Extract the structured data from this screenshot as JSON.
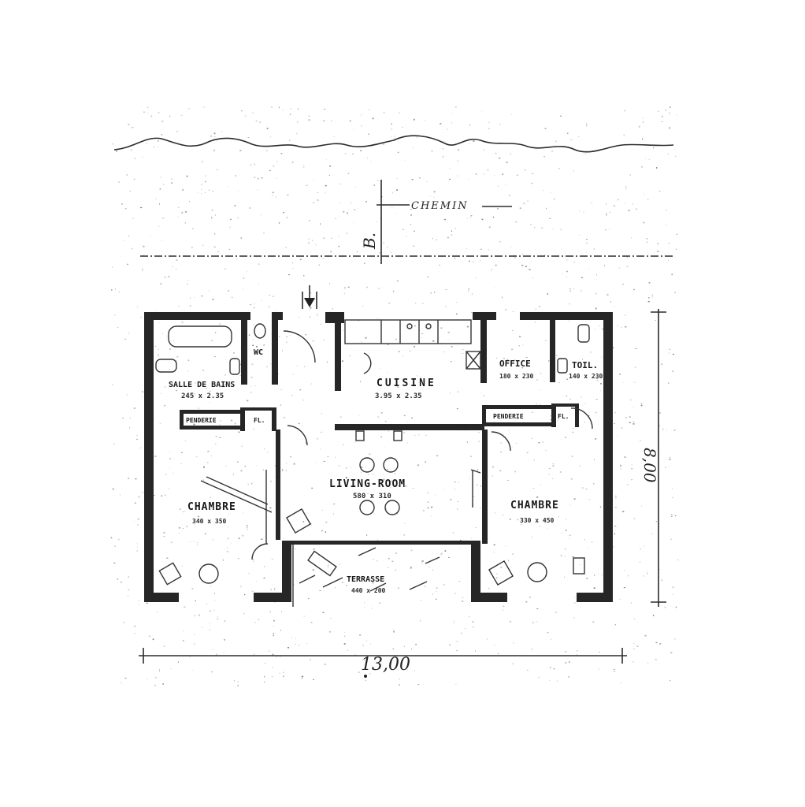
{
  "plan": {
    "path_label": "CHEMIN",
    "section_marker": "B.",
    "rooms": {
      "salle_de_bains": {
        "name": "SALLE DE BAINS",
        "dims": "245 x 2.35"
      },
      "wc": {
        "name": "WC"
      },
      "cuisine": {
        "name": "CUISINE",
        "dims": "3.95 x 2.35"
      },
      "office": {
        "name": "OFFICE",
        "dims": "180 x 230"
      },
      "toilette": {
        "name": "TOIL.",
        "dims": "140 x 230"
      },
      "penderie_left": {
        "name": "PENDERIE"
      },
      "fl_left": {
        "name": "FL."
      },
      "penderie_right": {
        "name": "PENDERIE"
      },
      "fl_right": {
        "name": "FL."
      },
      "living": {
        "name": "LIVING-ROOM",
        "dims": "580 x 310"
      },
      "chambre_left": {
        "name": "CHAMBRE",
        "dims": "340 x 350"
      },
      "chambre_right": {
        "name": "CHAMBRE",
        "dims": "330 x 450"
      },
      "terrasse": {
        "name": "TERRASSE",
        "dims": "440 x 200"
      }
    },
    "width_dim": "13,00",
    "depth_dim": "8,00"
  }
}
